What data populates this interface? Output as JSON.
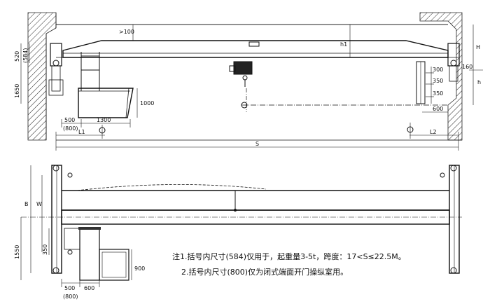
{
  "top_view": {
    "dims": {
      "gt100": ">100",
      "d584": "(584)",
      "d520": "520",
      "d1650": "1650",
      "h1": "h1",
      "H": "H",
      "h": "h",
      "d1000": "1000",
      "d500": "500",
      "d800": "(800)",
      "d1300": "1300",
      "L1": "L1",
      "L2": "L2",
      "S": "S",
      "d300": "300",
      "d350a": "350",
      "d350b": "350",
      "d600": "600",
      "d160": "160"
    }
  },
  "bottom_view": {
    "dims": {
      "B": "B",
      "W": "W",
      "d350": "350",
      "d1550": "1550",
      "d900": "900",
      "d500": "500",
      "d800": "(800)",
      "d600": "600"
    }
  },
  "notes": {
    "line1": "注1.括号内尺寸(584)仅用于，起重量3-5t，跨度：17<S≤22.5M。",
    "line2": "2.括号内尺寸(800)仅为闭式端面开门操纵室用。"
  }
}
